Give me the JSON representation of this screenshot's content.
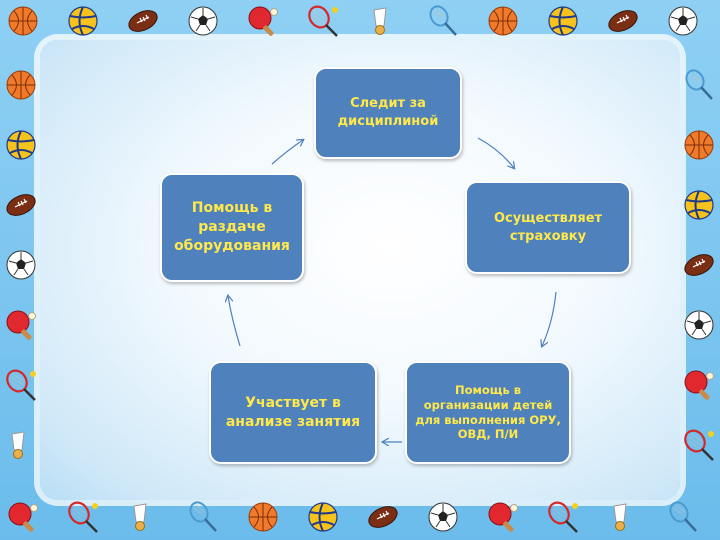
{
  "diagram": {
    "nodes": [
      {
        "id": "n1",
        "label": "Следит за дисциплиной"
      },
      {
        "id": "n2",
        "label": "Осуществляет страховку"
      },
      {
        "id": "n3",
        "label": "Помощь в организации детей для выполнения ОРУ, ОВД, П/И"
      },
      {
        "id": "n4",
        "label": "Участвует в анализе занятия"
      },
      {
        "id": "n5",
        "label": "Помощь в раздаче оборудования"
      }
    ],
    "edges": [
      {
        "from": "n1",
        "to": "n2"
      },
      {
        "from": "n2",
        "to": "n3"
      },
      {
        "from": "n3",
        "to": "n4"
      },
      {
        "from": "n4",
        "to": "n5"
      },
      {
        "from": "n5",
        "to": "n1"
      }
    ]
  },
  "colors": {
    "box_fill": "#4f81bd",
    "box_text": "#ffe94a",
    "arrow": "#4f81bd",
    "frame": "#7fc4ee"
  },
  "decorations": [
    "basketball-icon",
    "volleyball-icon",
    "football-icon",
    "soccer-ball-icon",
    "ping-pong-paddle-icon",
    "tennis-racket-icon",
    "shuttlecock-icon",
    "badminton-racket-icon"
  ]
}
